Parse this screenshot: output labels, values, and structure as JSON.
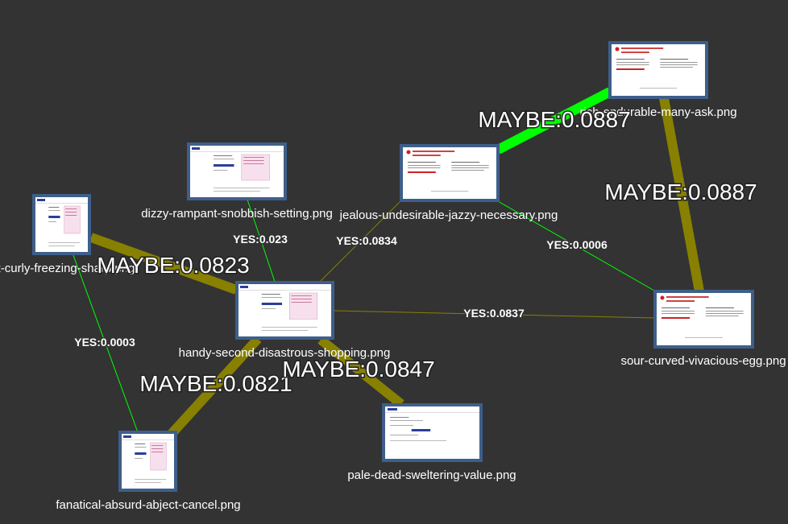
{
  "colors": {
    "background": "#333333",
    "yes_edge": "#00ff00",
    "maybe_edge": "#888000",
    "node_border": "#3e5f8a"
  },
  "nodes": [
    {
      "id": "rich",
      "label": "rich-endurable-many-ask.png",
      "thumb": "warning"
    },
    {
      "id": "jealous",
      "label": "jealous-undesirable-jazzy-necessary.png",
      "thumb": "warning"
    },
    {
      "id": "dizzy",
      "label": "dizzy-rampant-snobbish-setting.png",
      "thumb": "login"
    },
    {
      "id": "distant",
      "label": "distant-curly-freezing-sharp.png",
      "thumb": "login"
    },
    {
      "id": "handy",
      "label": "handy-second-disastrous-shopping.png",
      "thumb": "login"
    },
    {
      "id": "sour",
      "label": "sour-curved-vivacious-egg.png",
      "thumb": "warning"
    },
    {
      "id": "pale",
      "label": "pale-dead-sweltering-value.png",
      "thumb": "form"
    },
    {
      "id": "fanatical",
      "label": "fanatical-absurd-abject-cancel.png",
      "thumb": "login"
    }
  ],
  "edges": [
    {
      "from": "jealous",
      "to": "rich",
      "label": "MAYBE:0.0887",
      "kind": "yes",
      "weight": "thick"
    },
    {
      "from": "rich",
      "to": "sour",
      "label": "MAYBE:0.0887",
      "kind": "maybe",
      "weight": "thick"
    },
    {
      "from": "jealous",
      "to": "sour",
      "label": "YES:0.0006",
      "kind": "yes",
      "weight": "thin"
    },
    {
      "from": "dizzy",
      "to": "handy",
      "label": "YES:0.023",
      "kind": "yes",
      "weight": "thin"
    },
    {
      "from": "jealous",
      "to": "handy",
      "label": "YES:0.0834",
      "kind": "maybe",
      "weight": "thin"
    },
    {
      "from": "distant",
      "to": "handy",
      "label": "MAYBE:0.0823",
      "kind": "maybe",
      "weight": "thick"
    },
    {
      "from": "handy",
      "to": "sour",
      "label": "YES:0.0837",
      "kind": "maybe",
      "weight": "thin"
    },
    {
      "from": "distant",
      "to": "fanatical",
      "label": "YES:0.0003",
      "kind": "yes",
      "weight": "thin"
    },
    {
      "from": "handy",
      "to": "fanatical",
      "label": "MAYBE:0.0821",
      "kind": "maybe",
      "weight": "thick"
    },
    {
      "from": "handy",
      "to": "pale",
      "label": "MAYBE:0.0847",
      "kind": "maybe",
      "weight": "thick"
    }
  ]
}
